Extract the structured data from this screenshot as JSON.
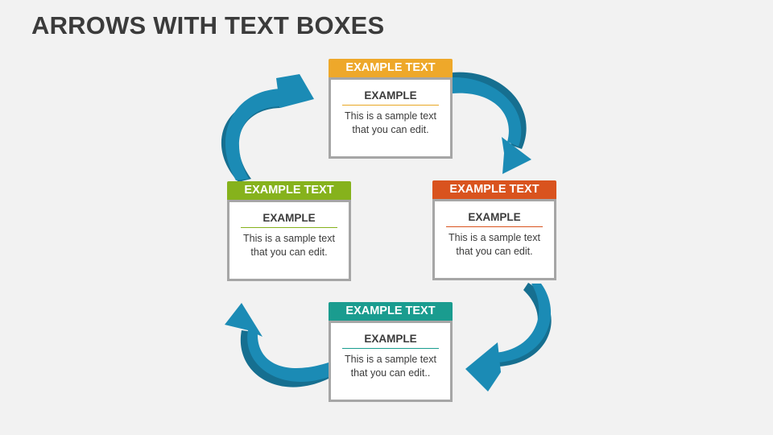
{
  "title": "ARROWS WITH TEXT BOXES",
  "colors": {
    "arrow": "#1b8bb5",
    "arrow_dark": "#166f90",
    "frame": "#a6a6a6"
  },
  "cards": [
    {
      "id": "top",
      "header": "EXAMPLE TEXT",
      "subhead": "EXAMPLE",
      "line1": "This is a sample text",
      "line2": "that you can edit.",
      "color": "#eea82a"
    },
    {
      "id": "right",
      "header": "EXAMPLE TEXT",
      "subhead": "EXAMPLE",
      "line1": "This is a sample text",
      "line2": "that you can edit.",
      "color": "#d9531e"
    },
    {
      "id": "bottom",
      "header": "EXAMPLE TEXT",
      "subhead": "EXAMPLE",
      "line1": "This is a sample text",
      "line2": "that you can edit..",
      "color": "#1a9c8f"
    },
    {
      "id": "left",
      "header": "EXAMPLE TEXT",
      "subhead": "EXAMPLE",
      "line1": "This is a sample text",
      "line2": "that you can edit.",
      "color": "#86b21c"
    }
  ]
}
